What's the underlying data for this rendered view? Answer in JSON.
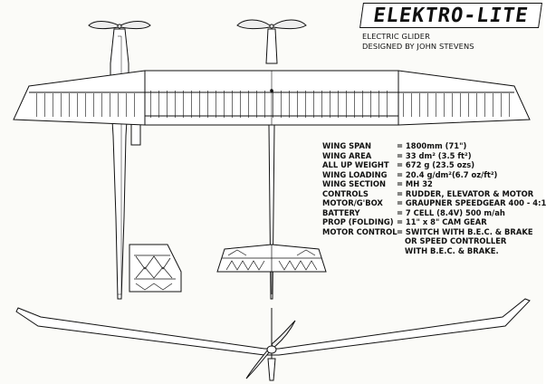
{
  "title": "ELEKTRO-LITE",
  "subtitle": "ELECTRIC GLIDER",
  "designer": "DESIGNED BY JOHN STEVENS",
  "specs": [
    {
      "label": "WING SPAN",
      "value": "= 1800mm  (71\")"
    },
    {
      "label": "WING AREA",
      "value": "= 33 dm²   (3.5 ft²)"
    },
    {
      "label": "ALL UP WEIGHT",
      "value": "= 672 g      (23.5 ozs)"
    },
    {
      "label": "WING LOADING",
      "value": "= 20.4 g/dm²(6.7 oz/ft²)"
    },
    {
      "label": "WING SECTION",
      "value": "= MH 32"
    },
    {
      "label": "CONTROLS",
      "value": "= RUDDER, ELEVATOR & MOTOR"
    },
    {
      "label": "MOTOR/G'BOX",
      "value": "= GRAUPNER SPEEDGEAR 400 - 4:1"
    },
    {
      "label": "BATTERY",
      "value": "= 7 CELL (8.4V) 500 m/ah"
    },
    {
      "label": "PROP (FOLDING)",
      "value": "= 11\" x 8\" CAM GEAR"
    },
    {
      "label": "MOTOR CONTROL",
      "value": "= SWITCH WITH B.E.C. & BRAKE"
    }
  ],
  "spec_continuation": [
    "OR SPEED CONTROLLER",
    "WITH B.E.C. & BRAKE."
  ]
}
